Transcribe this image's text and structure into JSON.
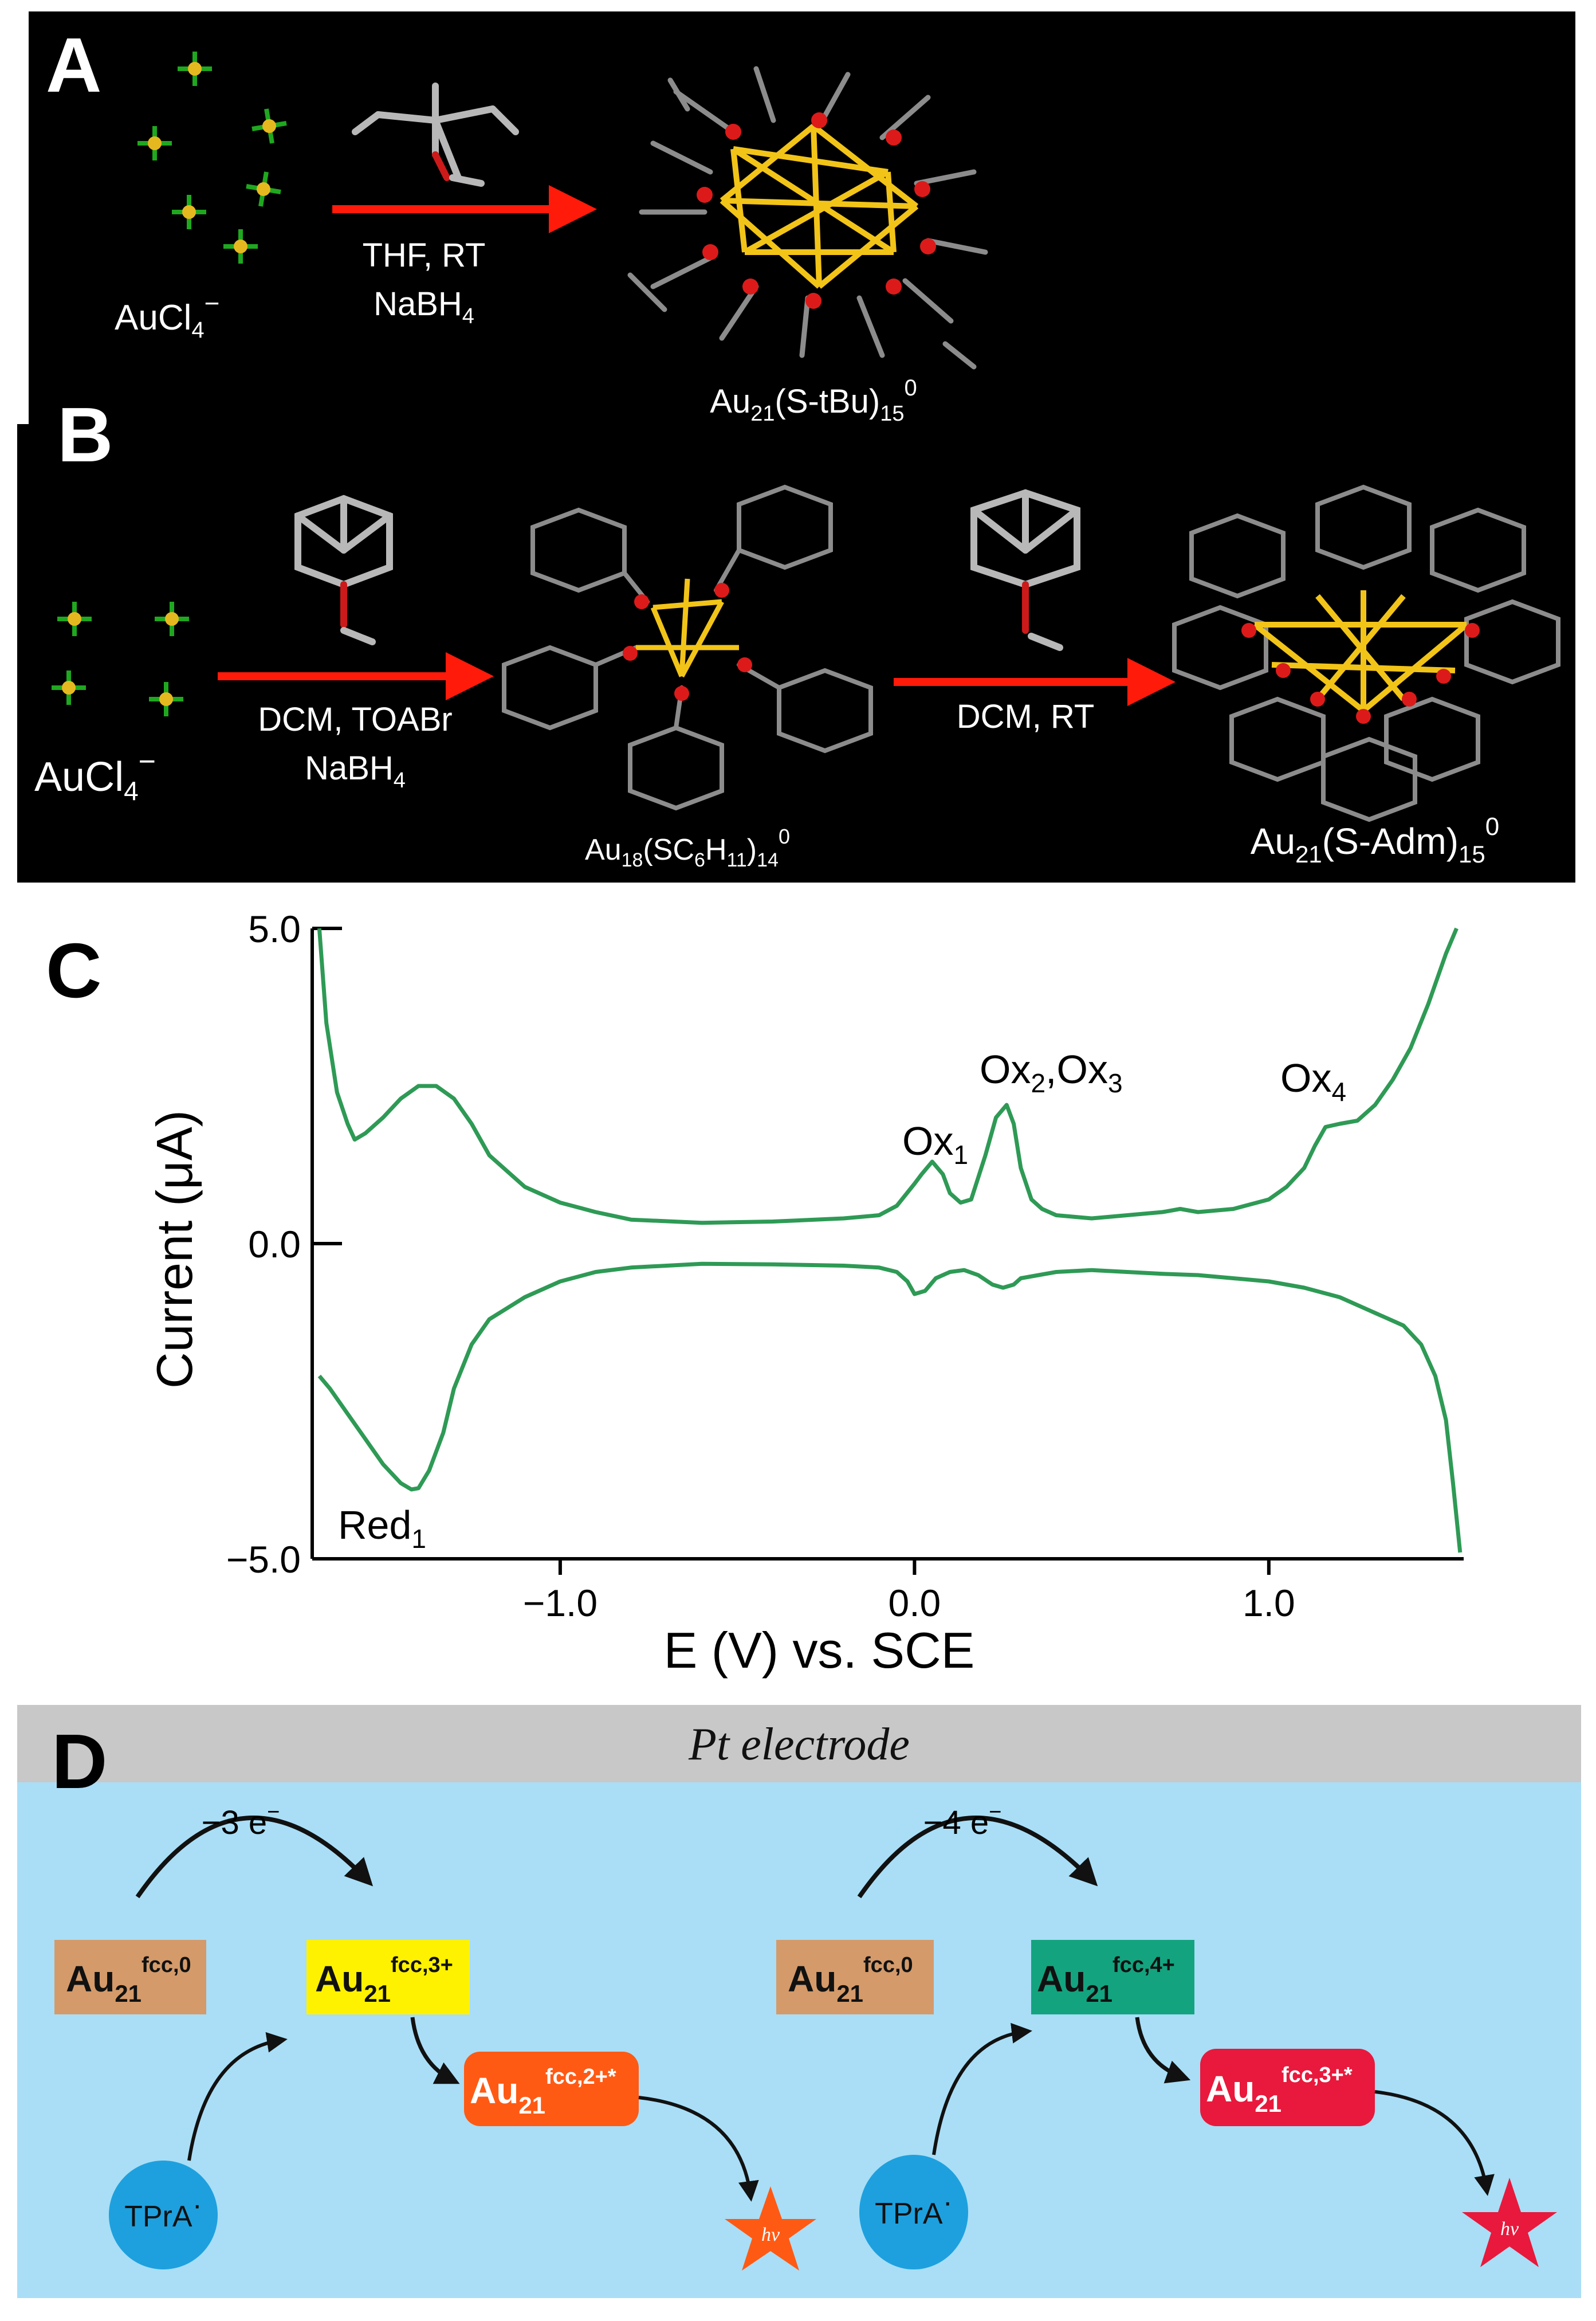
{
  "panels": {
    "a": {
      "letter": "A",
      "reactant_label": "AuCl",
      "reactant_sub": "4",
      "reactant_sup": "−",
      "conditions_line1": "THF, RT",
      "conditions_line2": "NaBH",
      "conditions_line2_sub": "4",
      "product_main": "Au",
      "product_sub1": "21",
      "product_mid": "(S-tBu)",
      "product_sub2": "15",
      "product_sup": "0"
    },
    "b": {
      "letter": "B",
      "reactant_label": "AuCl",
      "reactant_sub": "4",
      "reactant_sup": "−",
      "step1_line1": "DCM, TOABr",
      "step1_line2": "NaBH",
      "step1_line2_sub": "4",
      "intermediate_main": "Au",
      "intermediate_sub1": "18",
      "intermediate_mid1": "(SC",
      "intermediate_sub2": "6",
      "intermediate_mid2": "H",
      "intermediate_sub3": "11",
      "intermediate_mid3": ")",
      "intermediate_sub4": "14",
      "intermediate_sup": "0",
      "step2_line1": "DCM, RT",
      "product_main": "Au",
      "product_sub1": "21",
      "product_mid": "(S-Adm)",
      "product_sub2": "15",
      "product_sup": "0"
    },
    "c": {
      "letter": "C",
      "peaks": {
        "ox1": "Ox",
        "ox1_sub": "1",
        "ox23_a": "Ox",
        "ox23_a_sub": "2",
        "ox23_b": ",Ox",
        "ox23_b_sub": "3",
        "ox4": "Ox",
        "ox4_sub": "4",
        "red1": "Red",
        "red1_sub": "1"
      }
    },
    "d": {
      "letter": "D",
      "electrode": "Pt electrode",
      "left": {
        "electrons": "−3 e",
        "electrons_sup": "−",
        "start_main": "Au",
        "start_sub": "21",
        "start_sup": "fcc,0",
        "oxidized_main": "Au",
        "oxidized_sub": "21",
        "oxidized_sup": "fcc,3+",
        "excited_main": "Au",
        "excited_sub": "21",
        "excited_sup": "fcc,2+*",
        "reductant": "TPrA",
        "reductant_sup": "·",
        "photon": "hν"
      },
      "right": {
        "electrons": "−4 e",
        "electrons_sup": "−",
        "start_main": "Au",
        "start_sub": "21",
        "start_sup": "fcc,0",
        "oxidized_main": "Au",
        "oxidized_sub": "21",
        "oxidized_sup": "fcc,4+",
        "excited_main": "Au",
        "excited_sub": "21",
        "excited_sup": "fcc,3+*",
        "reductant": "TPrA",
        "reductant_sup": "·",
        "photon": "hν"
      }
    }
  },
  "colors": {
    "panel_ab_background": "#000000",
    "arrow_red": "#ff1a0a",
    "gold_core": "#f2c418",
    "sulfur_red": "#dd1a1a",
    "carbon_gray": "#9a9a9a",
    "cv_trace": "#2e9a55",
    "electrode_gray": "#c8c8c8",
    "electrolyte_blue": "#a9def6",
    "box_start": "#d49a6a",
    "box_au3": "#fff200",
    "box_au4": "#14a37f",
    "box_excited_left": "#ff5a14",
    "box_excited_right": "#e8193c",
    "tpra_circle": "#1ea0de",
    "star_left": "#ff5a14",
    "star_right": "#e8193c"
  },
  "chart_data": {
    "type": "line",
    "xlabel": "E (V) vs. SCE",
    "ylabel": "Current (μA)",
    "xlim": [
      -1.7,
      1.55
    ],
    "ylim": [
      -5.0,
      5.0
    ],
    "x_ticks": [
      -1.0,
      0.0,
      1.0
    ],
    "x_tick_labels": [
      "−1.0",
      "0.0",
      "1.0"
    ],
    "y_ticks": [
      5.0,
      0.0,
      -5.0
    ],
    "y_tick_labels": [
      "5.0",
      "0.0",
      "−5.0"
    ],
    "grid": false,
    "series": [
      {
        "x": [
          -1.68,
          -1.66,
          -1.63,
          -1.6,
          -1.58,
          -1.55,
          -1.5,
          -1.45,
          -1.4,
          -1.35,
          -1.3,
          -1.25,
          -1.2,
          -1.1,
          -1.0,
          -0.9,
          -0.8,
          -0.6,
          -0.4,
          -0.2,
          -0.1,
          -0.05,
          0.0,
          0.02,
          0.05,
          0.08,
          0.1,
          0.13,
          0.16,
          0.2,
          0.23,
          0.26,
          0.28,
          0.3,
          0.33,
          0.36,
          0.4,
          0.5,
          0.6,
          0.7,
          0.75,
          0.8,
          0.9,
          1.0,
          1.05,
          1.1,
          1.13,
          1.16,
          1.2,
          1.25,
          1.3,
          1.35,
          1.4,
          1.45,
          1.5,
          1.53
        ],
        "y": [
          5.0,
          3.5,
          2.4,
          1.9,
          1.65,
          1.75,
          2.0,
          2.3,
          2.5,
          2.5,
          2.3,
          1.9,
          1.4,
          0.9,
          0.65,
          0.5,
          0.38,
          0.33,
          0.35,
          0.4,
          0.45,
          0.6,
          0.95,
          1.1,
          1.3,
          1.1,
          0.8,
          0.65,
          0.7,
          1.4,
          2.0,
          2.2,
          1.9,
          1.2,
          0.7,
          0.55,
          0.45,
          0.4,
          0.45,
          0.5,
          0.55,
          0.5,
          0.55,
          0.7,
          0.9,
          1.2,
          1.55,
          1.85,
          1.9,
          1.95,
          2.2,
          2.6,
          3.1,
          3.8,
          4.6,
          5.0
        ]
      },
      {
        "x": [
          -1.68,
          -1.65,
          -1.6,
          -1.55,
          -1.5,
          -1.45,
          -1.42,
          -1.4,
          -1.37,
          -1.33,
          -1.3,
          -1.25,
          -1.2,
          -1.1,
          -1.0,
          -0.9,
          -0.8,
          -0.6,
          -0.4,
          -0.2,
          -0.1,
          -0.05,
          -0.02,
          0.0,
          0.03,
          0.06,
          0.1,
          0.14,
          0.18,
          0.22,
          0.25,
          0.28,
          0.3,
          0.35,
          0.4,
          0.5,
          0.6,
          0.7,
          0.8,
          0.9,
          1.0,
          1.1,
          1.2,
          1.3,
          1.38,
          1.43,
          1.47,
          1.5,
          1.52,
          1.54
        ],
        "y": [
          -2.1,
          -2.3,
          -2.7,
          -3.1,
          -3.5,
          -3.8,
          -3.9,
          -3.88,
          -3.6,
          -3.0,
          -2.3,
          -1.6,
          -1.2,
          -0.85,
          -0.6,
          -0.45,
          -0.38,
          -0.32,
          -0.33,
          -0.35,
          -0.38,
          -0.45,
          -0.6,
          -0.8,
          -0.75,
          -0.55,
          -0.45,
          -0.42,
          -0.5,
          -0.65,
          -0.7,
          -0.65,
          -0.55,
          -0.5,
          -0.45,
          -0.42,
          -0.45,
          -0.48,
          -0.5,
          -0.55,
          -0.6,
          -0.7,
          -0.85,
          -1.1,
          -1.3,
          -1.6,
          -2.1,
          -2.8,
          -3.8,
          -4.9
        ]
      }
    ]
  }
}
